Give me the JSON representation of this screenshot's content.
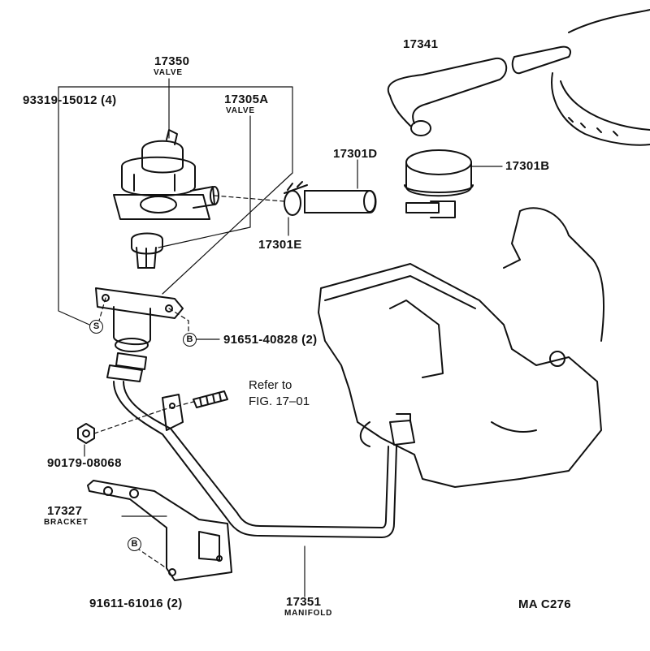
{
  "labels": {
    "valve_17350": "17350",
    "valve_17350_sub": "VALVE",
    "bolt_93319": "93319-15012 (4)",
    "valve_17305a": "17305A",
    "valve_17305a_sub": "VALVE",
    "hose_17341": "17341",
    "hose_17301d": "17301D",
    "silencer_17301b": "17301B",
    "clamp_17301e": "17301E",
    "bolt_91651": "91651-40828 (2)",
    "refer_to": "Refer to",
    "fig_ref": "FIG. 17–01",
    "nut_90179": "90179-08068",
    "bracket_17327": "17327",
    "bracket_17327_sub": "BRACKET",
    "bolt_91611": "91611-61016 (2)",
    "manifold_17351": "17351",
    "manifold_17351_sub": "MANIFOLD",
    "diagram_code": "MA C276"
  },
  "badges": {
    "s": "S",
    "b1": "B",
    "b2": "B"
  }
}
